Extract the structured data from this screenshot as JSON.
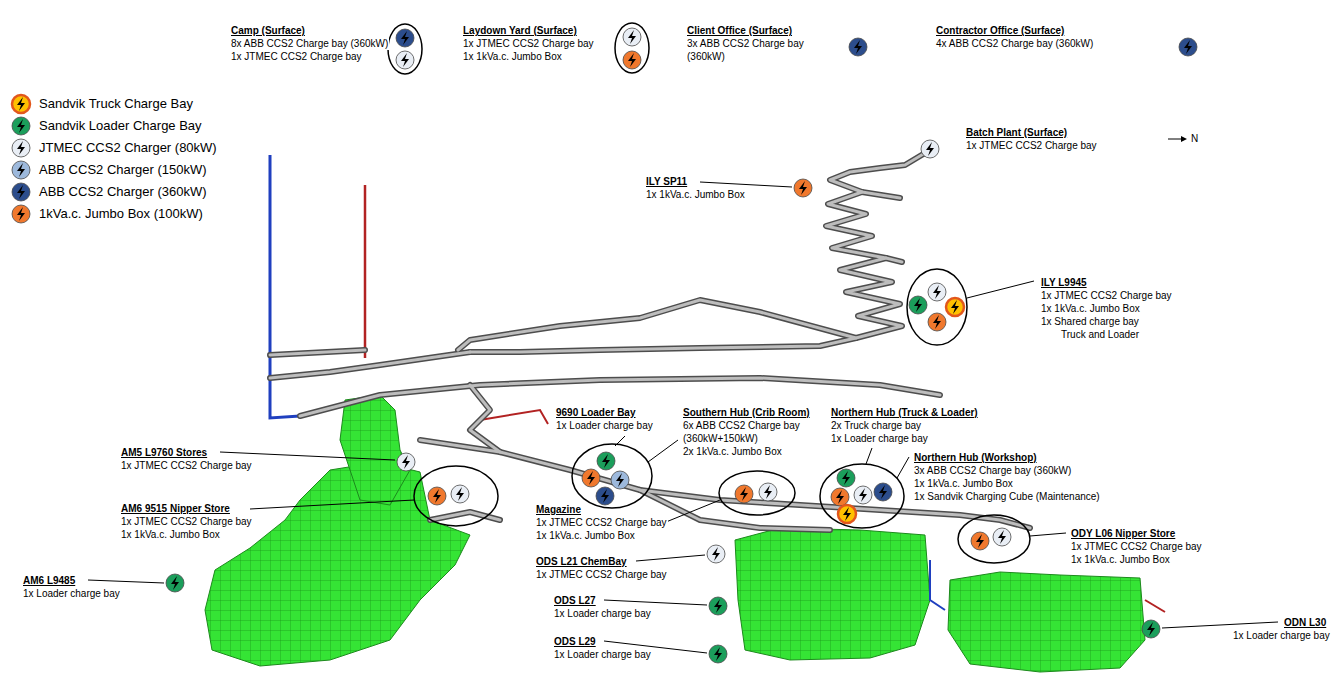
{
  "diagram": {
    "labels": [
      "Camp (Surface)",
      "8x ABB CCS2 Charge bay (360kW)",
      "1x JTMEC CCS2 Charge bay",
      "Laydown Yard (Surface)",
      "1x JTMEC CCS2 Charge bay",
      "1x 1kVa.c. Jumbo Box",
      "Client Office (Surface)",
      "3x ABB CCS2 Charge bay (360kW)",
      "Contractor Office (Surface)",
      "4x ABB CCS2 Charge bay (360kW)",
      "Batch Plant (Surface)",
      "1x JTMEC CCS2 Charge bay",
      "N",
      "ILY SP11",
      "1x 1kVa.c. Jumbo Box",
      "ILY L9945",
      "1x JTMEC CCS2 Charge bay",
      "1x 1kVa.c. Jumbo Box",
      "1x Shared charge bay Truck and Loader",
      "AM5 L9760 Stores",
      "1x JTMEC CCS2 Charge bay",
      "9690 Loader Bay",
      "1x Loader charge bay",
      "Southern Hub (Crib Room)",
      "6x ABB CCS2 Charge bay (360kW+150kW)",
      "2x 1kVa.c. Jumbo Box",
      "Northern Hub (Truck & Loader)",
      "2x Truck charge bay",
      "1x Loader charge bay",
      "Northern Hub (Workshop)",
      "3x ABB CCS2 Charge bay (360kW)",
      "1x 1kVa.c. Jumbo Box",
      "1x Sandvik Charging Cube (Maintenance)",
      "AM6 9515 Nipper Store",
      "1x JTMEC CCS2 Charge bay",
      "1x 1kVa.c. Jumbo Box",
      "Magazine",
      "1x JTMEC CCS2 Charge bay",
      "1x 1kVa.c. Jumbo Box",
      "ODY L06 Nipper Store",
      "1x JTMEC CCS2 Charge bay",
      "1x 1kVa.c. Jumbo Box",
      "ODS L21 ChemBay",
      "1x JTMEC CCS2 Charge bay",
      "AM6 L9485",
      "1x Loader charge bay",
      "ODS L27",
      "1x Loader charge bay",
      "ODS L29",
      "1x Loader charge bay",
      "ODN L30",
      "1x Loader charge bay"
    ],
    "legend": [
      {
        "text": "Sandvik Truck Charge Bay",
        "color": "#ffc000"
      },
      {
        "text": "Sandvik Loader Charge Bay",
        "color": "#1b9e5b"
      },
      {
        "text": "JTMEC CCS2 Charger (80kW)",
        "color": "#e9eef5"
      },
      {
        "text": "ABB CCS2 Charger (150kW)",
        "color": "#9db9dc"
      },
      {
        "text": "ABB CCS2 Charger (360kW)",
        "color": "#2c4d8c"
      },
      {
        "text": "1kVa.c. Jumbo Box (100kW)",
        "color": "#f0782d"
      }
    ]
  }
}
